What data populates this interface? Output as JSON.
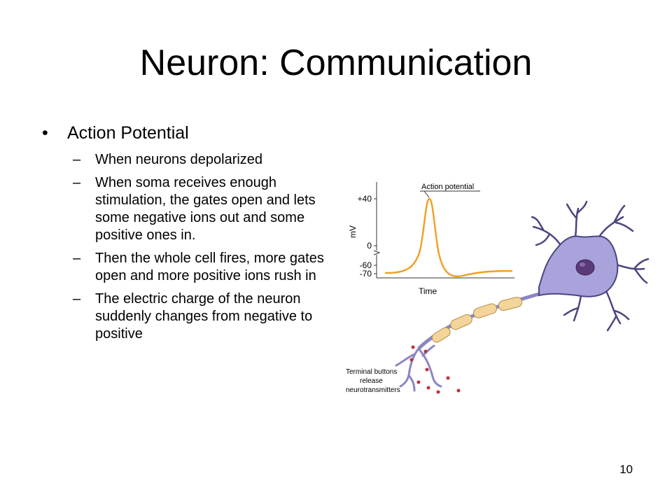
{
  "slide": {
    "title": "Neuron: Communication",
    "bullet": "Action Potential",
    "bullet_marker": "•",
    "dash_marker": "–",
    "sub_bullets": [
      "When neurons depolarized",
      "When soma receives enough stimulation, the gates open and lets some negative ions out and some positive ones in.",
      "Then the whole cell fires, more gates open and more positive ions rush in",
      "The electric charge of the neuron suddenly changes from negative to positive"
    ],
    "page_number": "10"
  },
  "figure": {
    "graph": {
      "annotation": "Action potential",
      "ylabel": "mV",
      "xlabel": "Time",
      "ticks": [
        "+40",
        "0",
        "-60",
        "-70"
      ]
    },
    "terminal_label": [
      "Terminal buttons",
      "release",
      "neurotransmitters"
    ]
  },
  "colors": {
    "curve": "#f0a020",
    "cell_body": "#a9a3db",
    "cell_outline": "#4a4680",
    "nucleus": "#5a3a78",
    "myelin": "#f3d59a",
    "neurotransmitter": "#c0303a"
  }
}
